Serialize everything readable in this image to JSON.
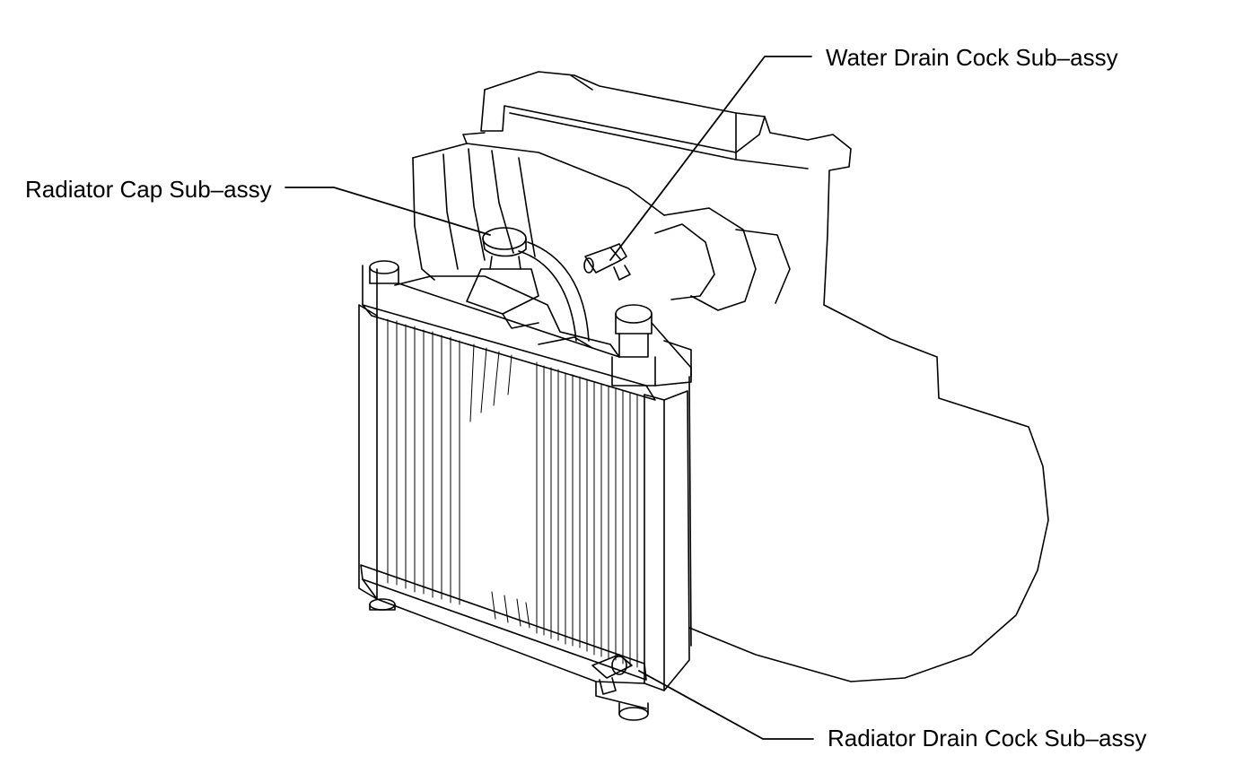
{
  "callouts": {
    "water_drain_cock": "Water Drain Cock Sub–assy",
    "radiator_cap": "Radiator Cap Sub–assy",
    "radiator_drain_cock": "Radiator Drain Cock Sub–assy"
  },
  "colors": {
    "line": "#000000",
    "background": "#ffffff"
  }
}
